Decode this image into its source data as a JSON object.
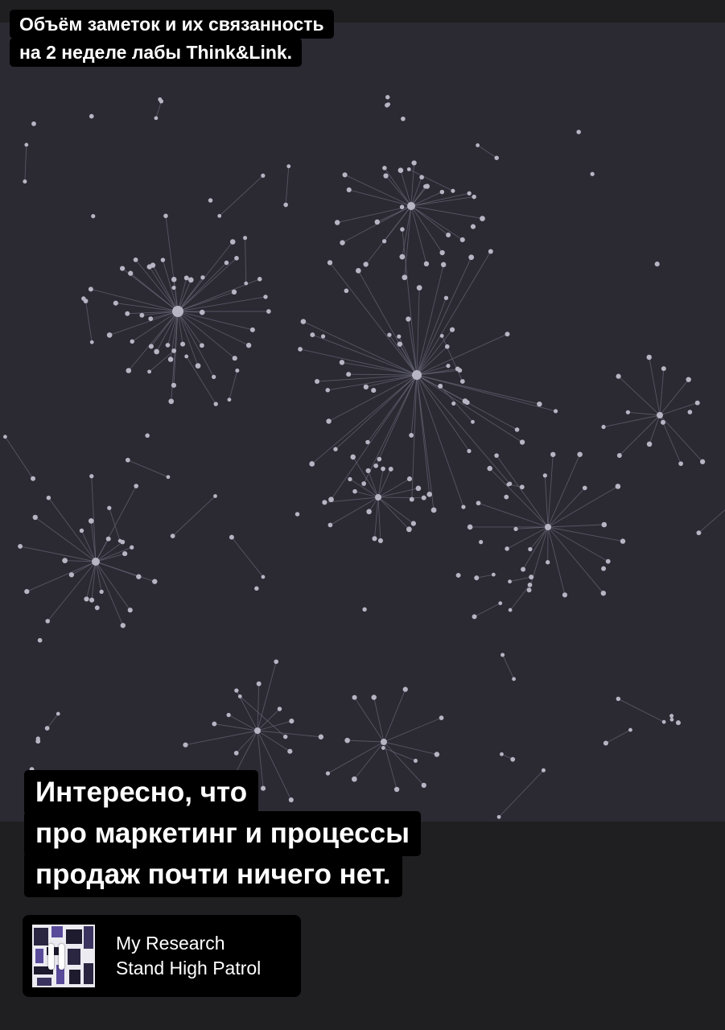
{
  "top_caption": {
    "lines": [
      "Объём заметок и их связанность",
      "на 2 неделе лабы Think&Link."
    ]
  },
  "bottom_caption": {
    "lines": [
      "Интересно, что",
      "про маркетинг и процессы",
      "продаж почти ничего нет."
    ]
  },
  "music": {
    "title": "My Research",
    "artist": "Stand High Patrol",
    "state_icon": "pause-icon",
    "cover_icon": "album-cover"
  },
  "graph": {
    "background": "#2b2a33",
    "node_color": "#b7b5c3",
    "edge_color": "#6a6878"
  }
}
